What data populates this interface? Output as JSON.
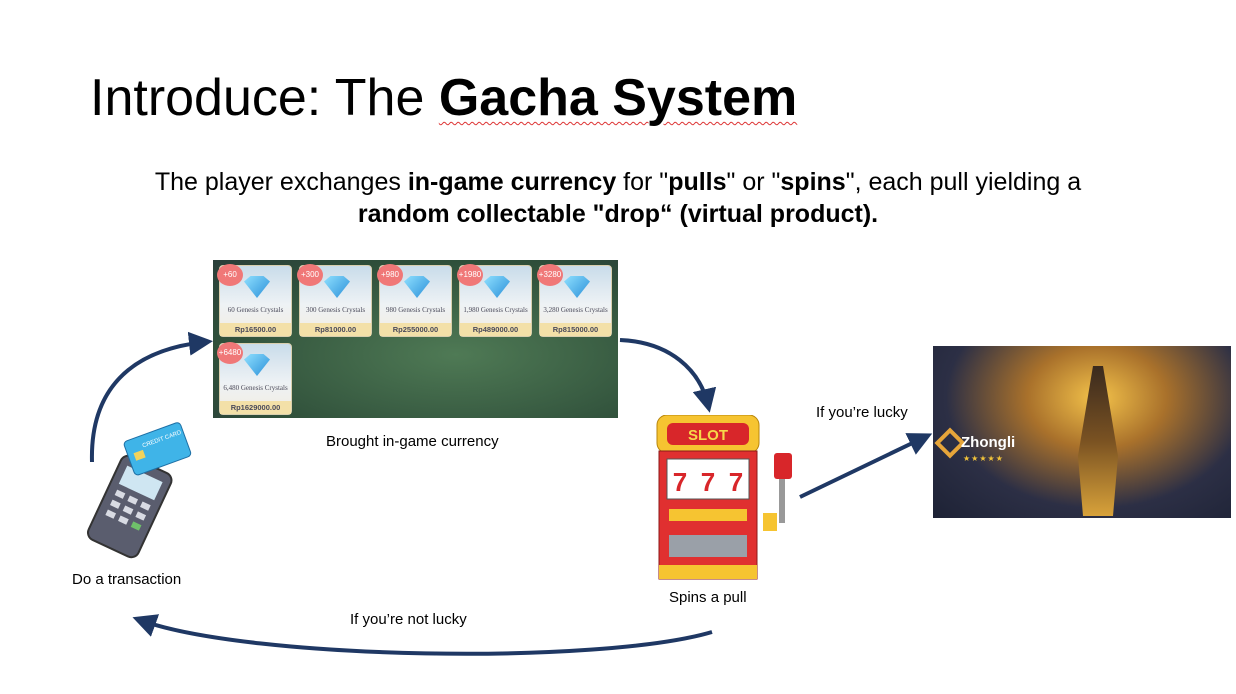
{
  "slide": {
    "title_plain": "Introduce: The ",
    "title_bold": "Gacha System",
    "subtitle": {
      "p1": "The player exchanges ",
      "b1": "in-game currency",
      "p2": " for \"",
      "b2": "pulls",
      "p3": "\" or \"",
      "b3": "spins",
      "p4": "\", each pull yielding a ",
      "b4": "random collectable \"drop“ (virtual product)."
    }
  },
  "shop": {
    "items": [
      {
        "bonus": "+60",
        "name": "60 Genesis Crystals",
        "price": "Rp16500.00"
      },
      {
        "bonus": "+300",
        "name": "300 Genesis Crystals",
        "price": "Rp81000.00"
      },
      {
        "bonus": "+980",
        "name": "980 Genesis Crystals",
        "price": "Rp255000.00"
      },
      {
        "bonus": "+1980",
        "name": "1,980 Genesis Crystals",
        "price": "Rp489000.00"
      },
      {
        "bonus": "+3280",
        "name": "3,280 Genesis Crystals",
        "price": "Rp815000.00"
      },
      {
        "bonus": "+6480",
        "name": "6,480 Genesis Crystals",
        "price": "Rp1629000.00"
      }
    ]
  },
  "labels": {
    "currency": "Brought in-game currency",
    "transaction": "Do a transaction",
    "spin": "Spins a pull",
    "lucky": "If you’re lucky",
    "not_lucky": "If you’re not lucky"
  },
  "slot": {
    "sign": "SLOT",
    "reels": [
      "7",
      "7",
      "7"
    ]
  },
  "card": {
    "text": "CREDIT CARD"
  },
  "reward": {
    "name": "Zhongli",
    "stars": "★★★★★"
  },
  "colors": {
    "arrow": "#1f3864"
  }
}
